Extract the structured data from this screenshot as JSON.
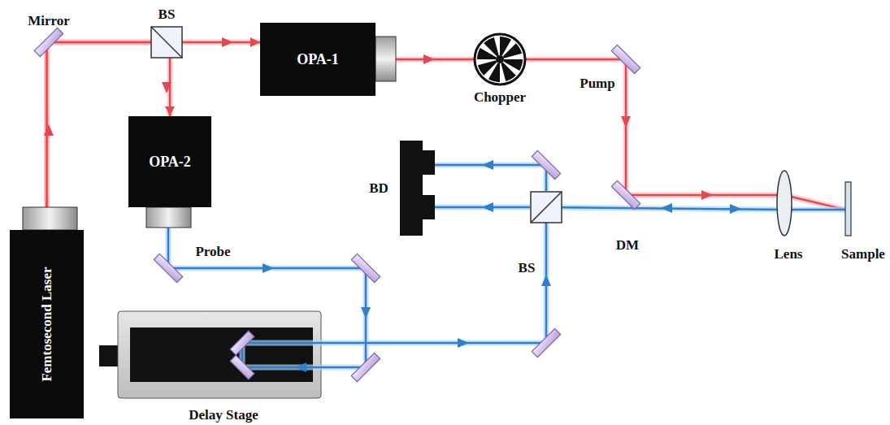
{
  "diagram": {
    "nodes": [
      {
        "text": [
          "Femtosecond Laser"
        ]
      },
      {
        "text": [
          "OPA-1"
        ]
      },
      {
        "text": [
          "OPA-2"
        ]
      }
    ],
    "edges": [
      {
        "from": 0,
        "to": 1,
        "arrow": "to"
      },
      {
        "from": 0,
        "to": 2,
        "arrow": "to"
      }
    ],
    "labels": [
      "Mirror",
      "BS",
      "Chopper",
      "Pump",
      "BD",
      "BS",
      "DM",
      "Lens",
      "Sample",
      "Probe",
      "Delay Stage"
    ]
  }
}
